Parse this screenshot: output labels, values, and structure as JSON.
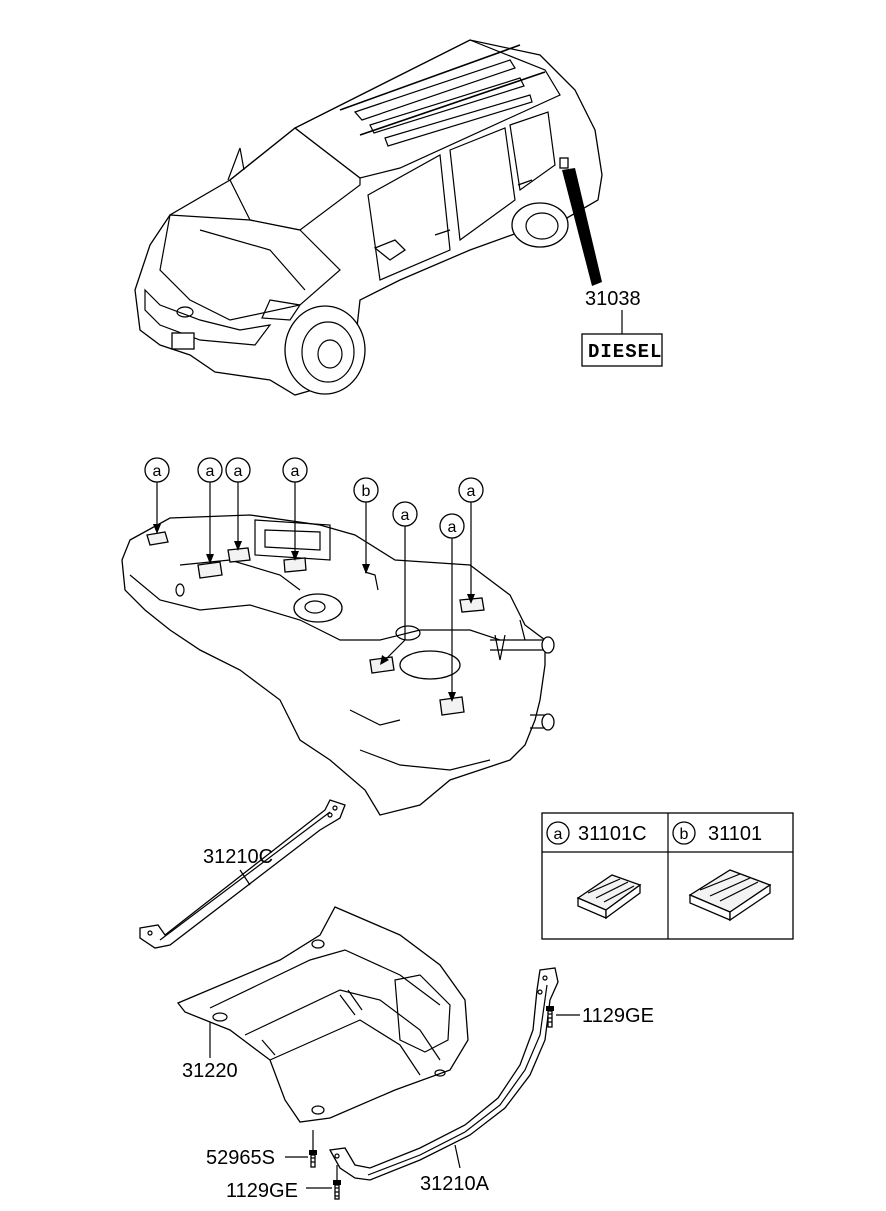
{
  "parts": {
    "p31038": "31038",
    "diesel": "DIESEL",
    "p31210C": "31210C",
    "p31220": "31220",
    "p1129GE_right": "1129GE",
    "p52965S": "52965S",
    "p1129GE_left": "1129GE",
    "p31210A": "31210A"
  },
  "callouts": {
    "a": "a",
    "b": "b"
  },
  "legend": {
    "a_letter": "a",
    "a_part": "31101C",
    "b_letter": "b",
    "b_part": "31101"
  }
}
